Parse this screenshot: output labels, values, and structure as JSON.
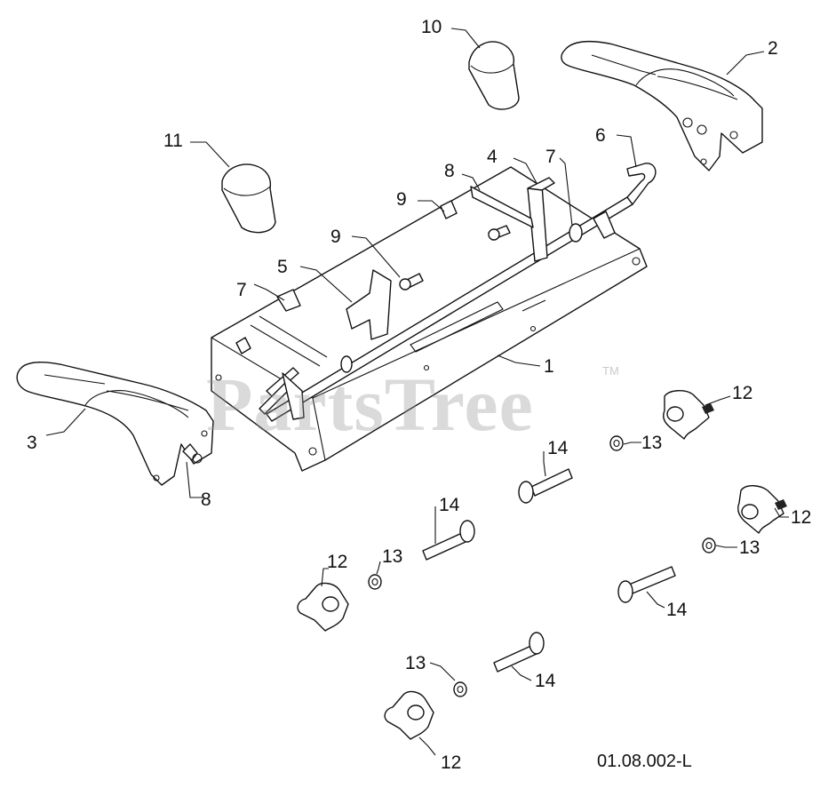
{
  "diagram": {
    "watermark": "PartsTree",
    "trademark": "TM",
    "reference_code": "01.08.002-L",
    "callouts": [
      {
        "id": "c1",
        "label": "1"
      },
      {
        "id": "c2",
        "label": "2"
      },
      {
        "id": "c3",
        "label": "3"
      },
      {
        "id": "c4",
        "label": "4"
      },
      {
        "id": "c5",
        "label": "5"
      },
      {
        "id": "c6",
        "label": "6"
      },
      {
        "id": "c7a",
        "label": "7"
      },
      {
        "id": "c7b",
        "label": "7"
      },
      {
        "id": "c8a",
        "label": "8"
      },
      {
        "id": "c8b",
        "label": "8"
      },
      {
        "id": "c9a",
        "label": "9"
      },
      {
        "id": "c9b",
        "label": "9"
      },
      {
        "id": "c10",
        "label": "10"
      },
      {
        "id": "c11",
        "label": "11"
      },
      {
        "id": "c12a",
        "label": "12"
      },
      {
        "id": "c12b",
        "label": "12"
      },
      {
        "id": "c12c",
        "label": "12"
      },
      {
        "id": "c12d",
        "label": "12"
      },
      {
        "id": "c13a",
        "label": "13"
      },
      {
        "id": "c13b",
        "label": "13"
      },
      {
        "id": "c13c",
        "label": "13"
      },
      {
        "id": "c13d",
        "label": "13"
      },
      {
        "id": "c14a",
        "label": "14"
      },
      {
        "id": "c14b",
        "label": "14"
      },
      {
        "id": "c14c",
        "label": "14"
      },
      {
        "id": "c14d",
        "label": "14"
      }
    ]
  }
}
